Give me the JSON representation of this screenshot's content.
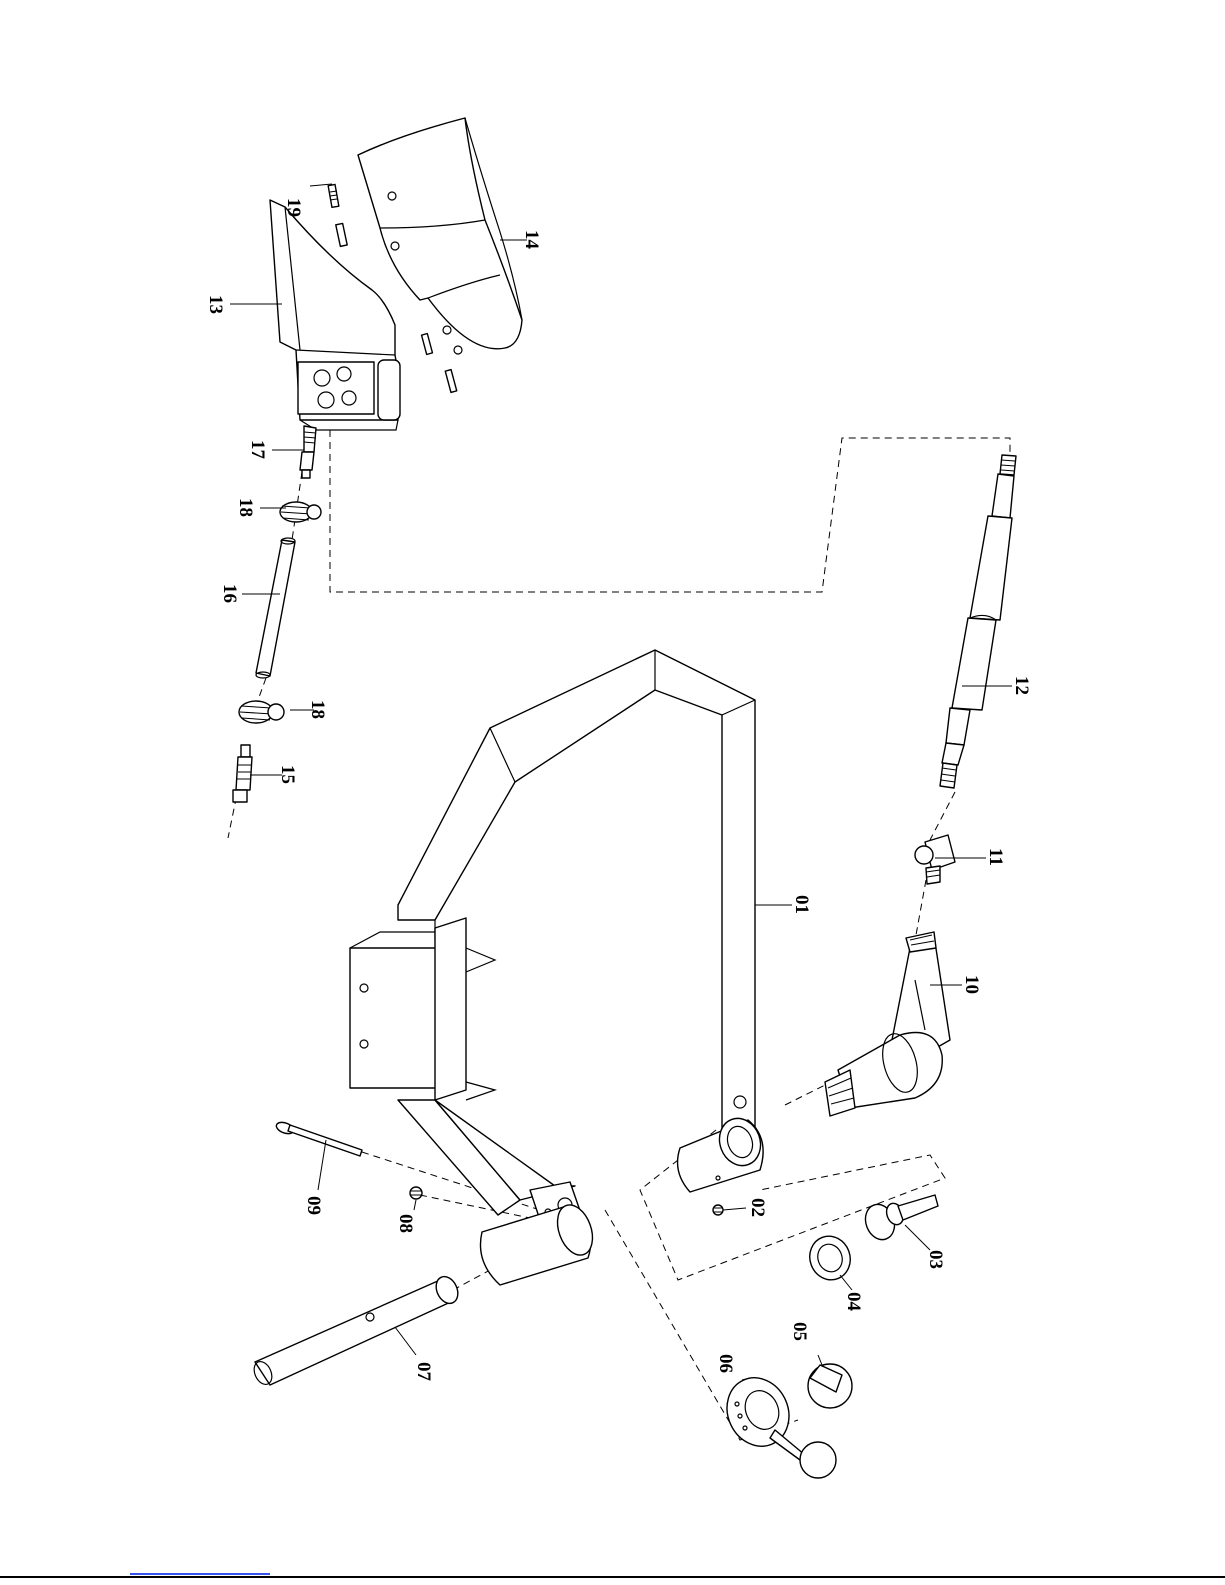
{
  "callouts": {
    "c01": "01",
    "c02": "02",
    "c03": "03",
    "c04": "04",
    "c05": "05",
    "c06": "06",
    "c07": "07",
    "c08": "08",
    "c09": "09",
    "c10": "10",
    "c11": "11",
    "c12": "12",
    "c13": "13",
    "c14": "14",
    "c15": "15",
    "c16": "16",
    "c17": "17",
    "c18a": "18",
    "c18b": "18",
    "c19": "19"
  },
  "colors": {
    "line": "#000000",
    "background": "#ffffff",
    "footer_link": "#3355ee"
  }
}
